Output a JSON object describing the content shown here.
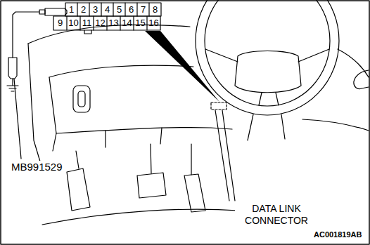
{
  "diagram": {
    "labels": [
      "1",
      "2",
      "3",
      "4",
      "5",
      "6",
      "7",
      "8",
      "9",
      "10",
      "11",
      "12",
      "13",
      "14",
      "15",
      "16",
      "MB991529",
      "DATA LINK CONNECTOR",
      "AC001819AB"
    ]
  }
}
